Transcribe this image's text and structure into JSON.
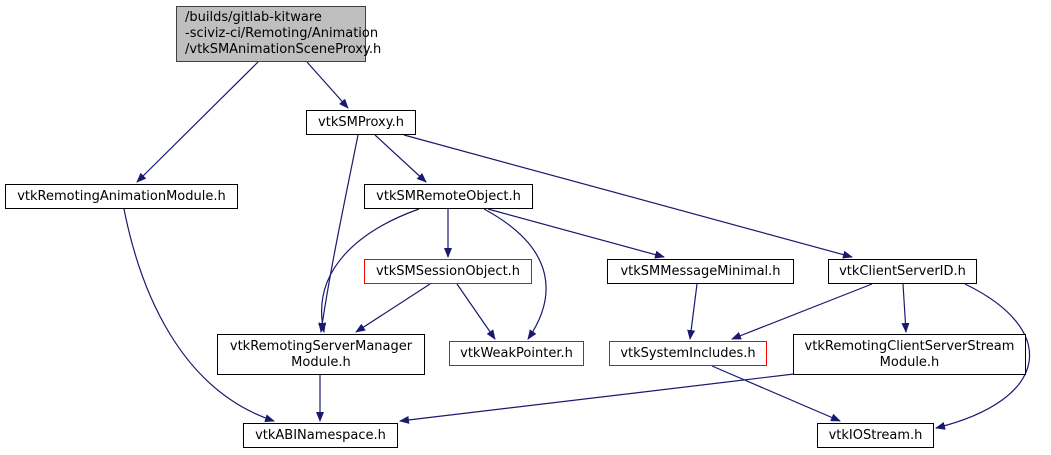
{
  "diagram": {
    "type": "include-dependency-graph",
    "colors": {
      "edge": "#191970",
      "root_fill": "#bfbfbf",
      "node_border": "#000000",
      "missing_border": "#ff0000"
    },
    "nodes": [
      {
        "id": "root",
        "label": "/builds/gitlab-kitware\n-sciviz-ci/Remoting/Animation\n/vtkSMAnimationSceneProxy.h",
        "kind": "root"
      },
      {
        "id": "smproxy",
        "label": "vtkSMProxy.h",
        "kind": "normal"
      },
      {
        "id": "animmodule",
        "label": "vtkRemotingAnimationModule.h",
        "kind": "normal"
      },
      {
        "id": "remoteobj",
        "label": "vtkSMRemoteObject.h",
        "kind": "normal"
      },
      {
        "id": "sessionobj",
        "label": "vtkSMSessionObject.h",
        "kind": "missing"
      },
      {
        "id": "msgminimal",
        "label": "vtkSMMessageMinimal.h",
        "kind": "normal"
      },
      {
        "id": "csid",
        "label": "vtkClientServerID.h",
        "kind": "normal"
      },
      {
        "id": "smmodule",
        "label": "vtkRemotingServerManager\nModule.h",
        "kind": "normal"
      },
      {
        "id": "weakptr",
        "label": "vtkWeakPointer.h",
        "kind": "missing"
      },
      {
        "id": "sysincl",
        "label": "vtkSystemIncludes.h",
        "kind": "missing"
      },
      {
        "id": "csstream",
        "label": "vtkRemotingClientServerStream\nModule.h",
        "kind": "normal"
      },
      {
        "id": "abins",
        "label": "vtkABINamespace.h",
        "kind": "normal"
      },
      {
        "id": "iostream",
        "label": "vtkIOStream.h",
        "kind": "normal"
      }
    ],
    "edges": [
      {
        "from": "root",
        "to": "animmodule"
      },
      {
        "from": "root",
        "to": "smproxy"
      },
      {
        "from": "smproxy",
        "to": "remoteobj"
      },
      {
        "from": "smproxy",
        "to": "smmodule"
      },
      {
        "from": "smproxy",
        "to": "csid"
      },
      {
        "from": "animmodule",
        "to": "abins"
      },
      {
        "from": "remoteobj",
        "to": "sessionobj"
      },
      {
        "from": "remoteobj",
        "to": "smmodule"
      },
      {
        "from": "remoteobj",
        "to": "weakptr"
      },
      {
        "from": "remoteobj",
        "to": "msgminimal"
      },
      {
        "from": "sessionobj",
        "to": "smmodule"
      },
      {
        "from": "sessionobj",
        "to": "weakptr"
      },
      {
        "from": "msgminimal",
        "to": "sysincl"
      },
      {
        "from": "csid",
        "to": "sysincl"
      },
      {
        "from": "csid",
        "to": "csstream"
      },
      {
        "from": "csid",
        "to": "iostream"
      },
      {
        "from": "smmodule",
        "to": "abins"
      },
      {
        "from": "csstream",
        "to": "abins"
      },
      {
        "from": "sysincl",
        "to": "iostream"
      }
    ]
  }
}
